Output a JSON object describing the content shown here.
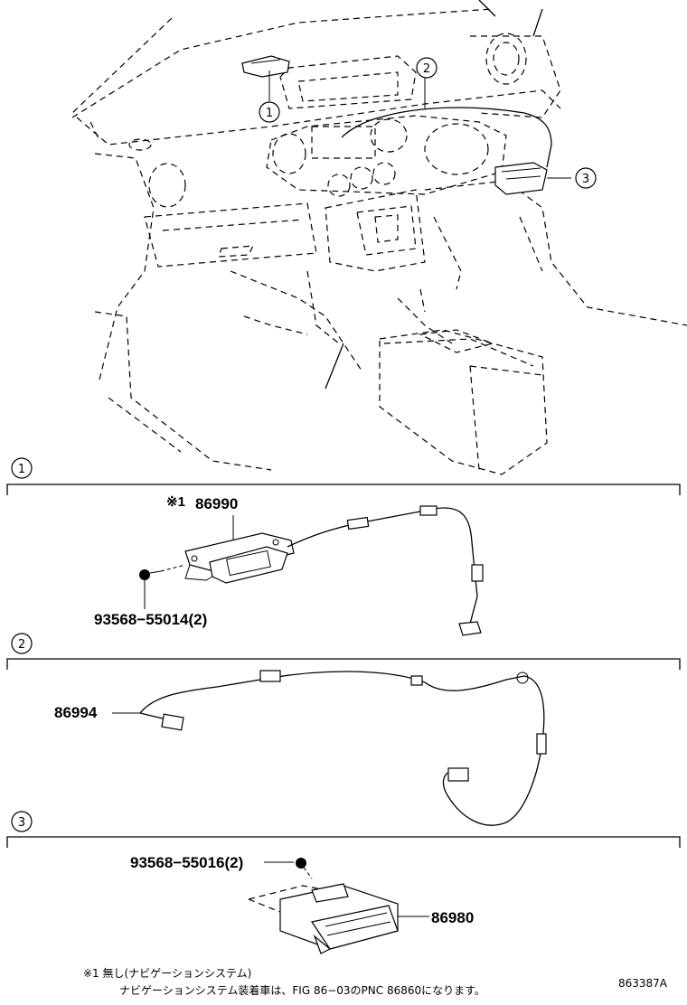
{
  "callouts": {
    "c1": "1",
    "c2": "2",
    "c3": "3"
  },
  "sections": [
    {
      "number": "1"
    },
    {
      "number": "2"
    },
    {
      "number": "3"
    }
  ],
  "parts": {
    "p86990": "86990",
    "p86990_note_mark": "※1",
    "p93568_55014": "93568−55014(2)",
    "p86994": "86994",
    "p93568_55016": "93568−55016(2)",
    "p86980": "86980"
  },
  "footnote": {
    "line1": "※1 無し(ナビゲーションシステム)",
    "line2": "ナビゲーションシステム装着車は、FIG 86−03のPNC 86860になります。"
  },
  "figure_id": "863387A"
}
